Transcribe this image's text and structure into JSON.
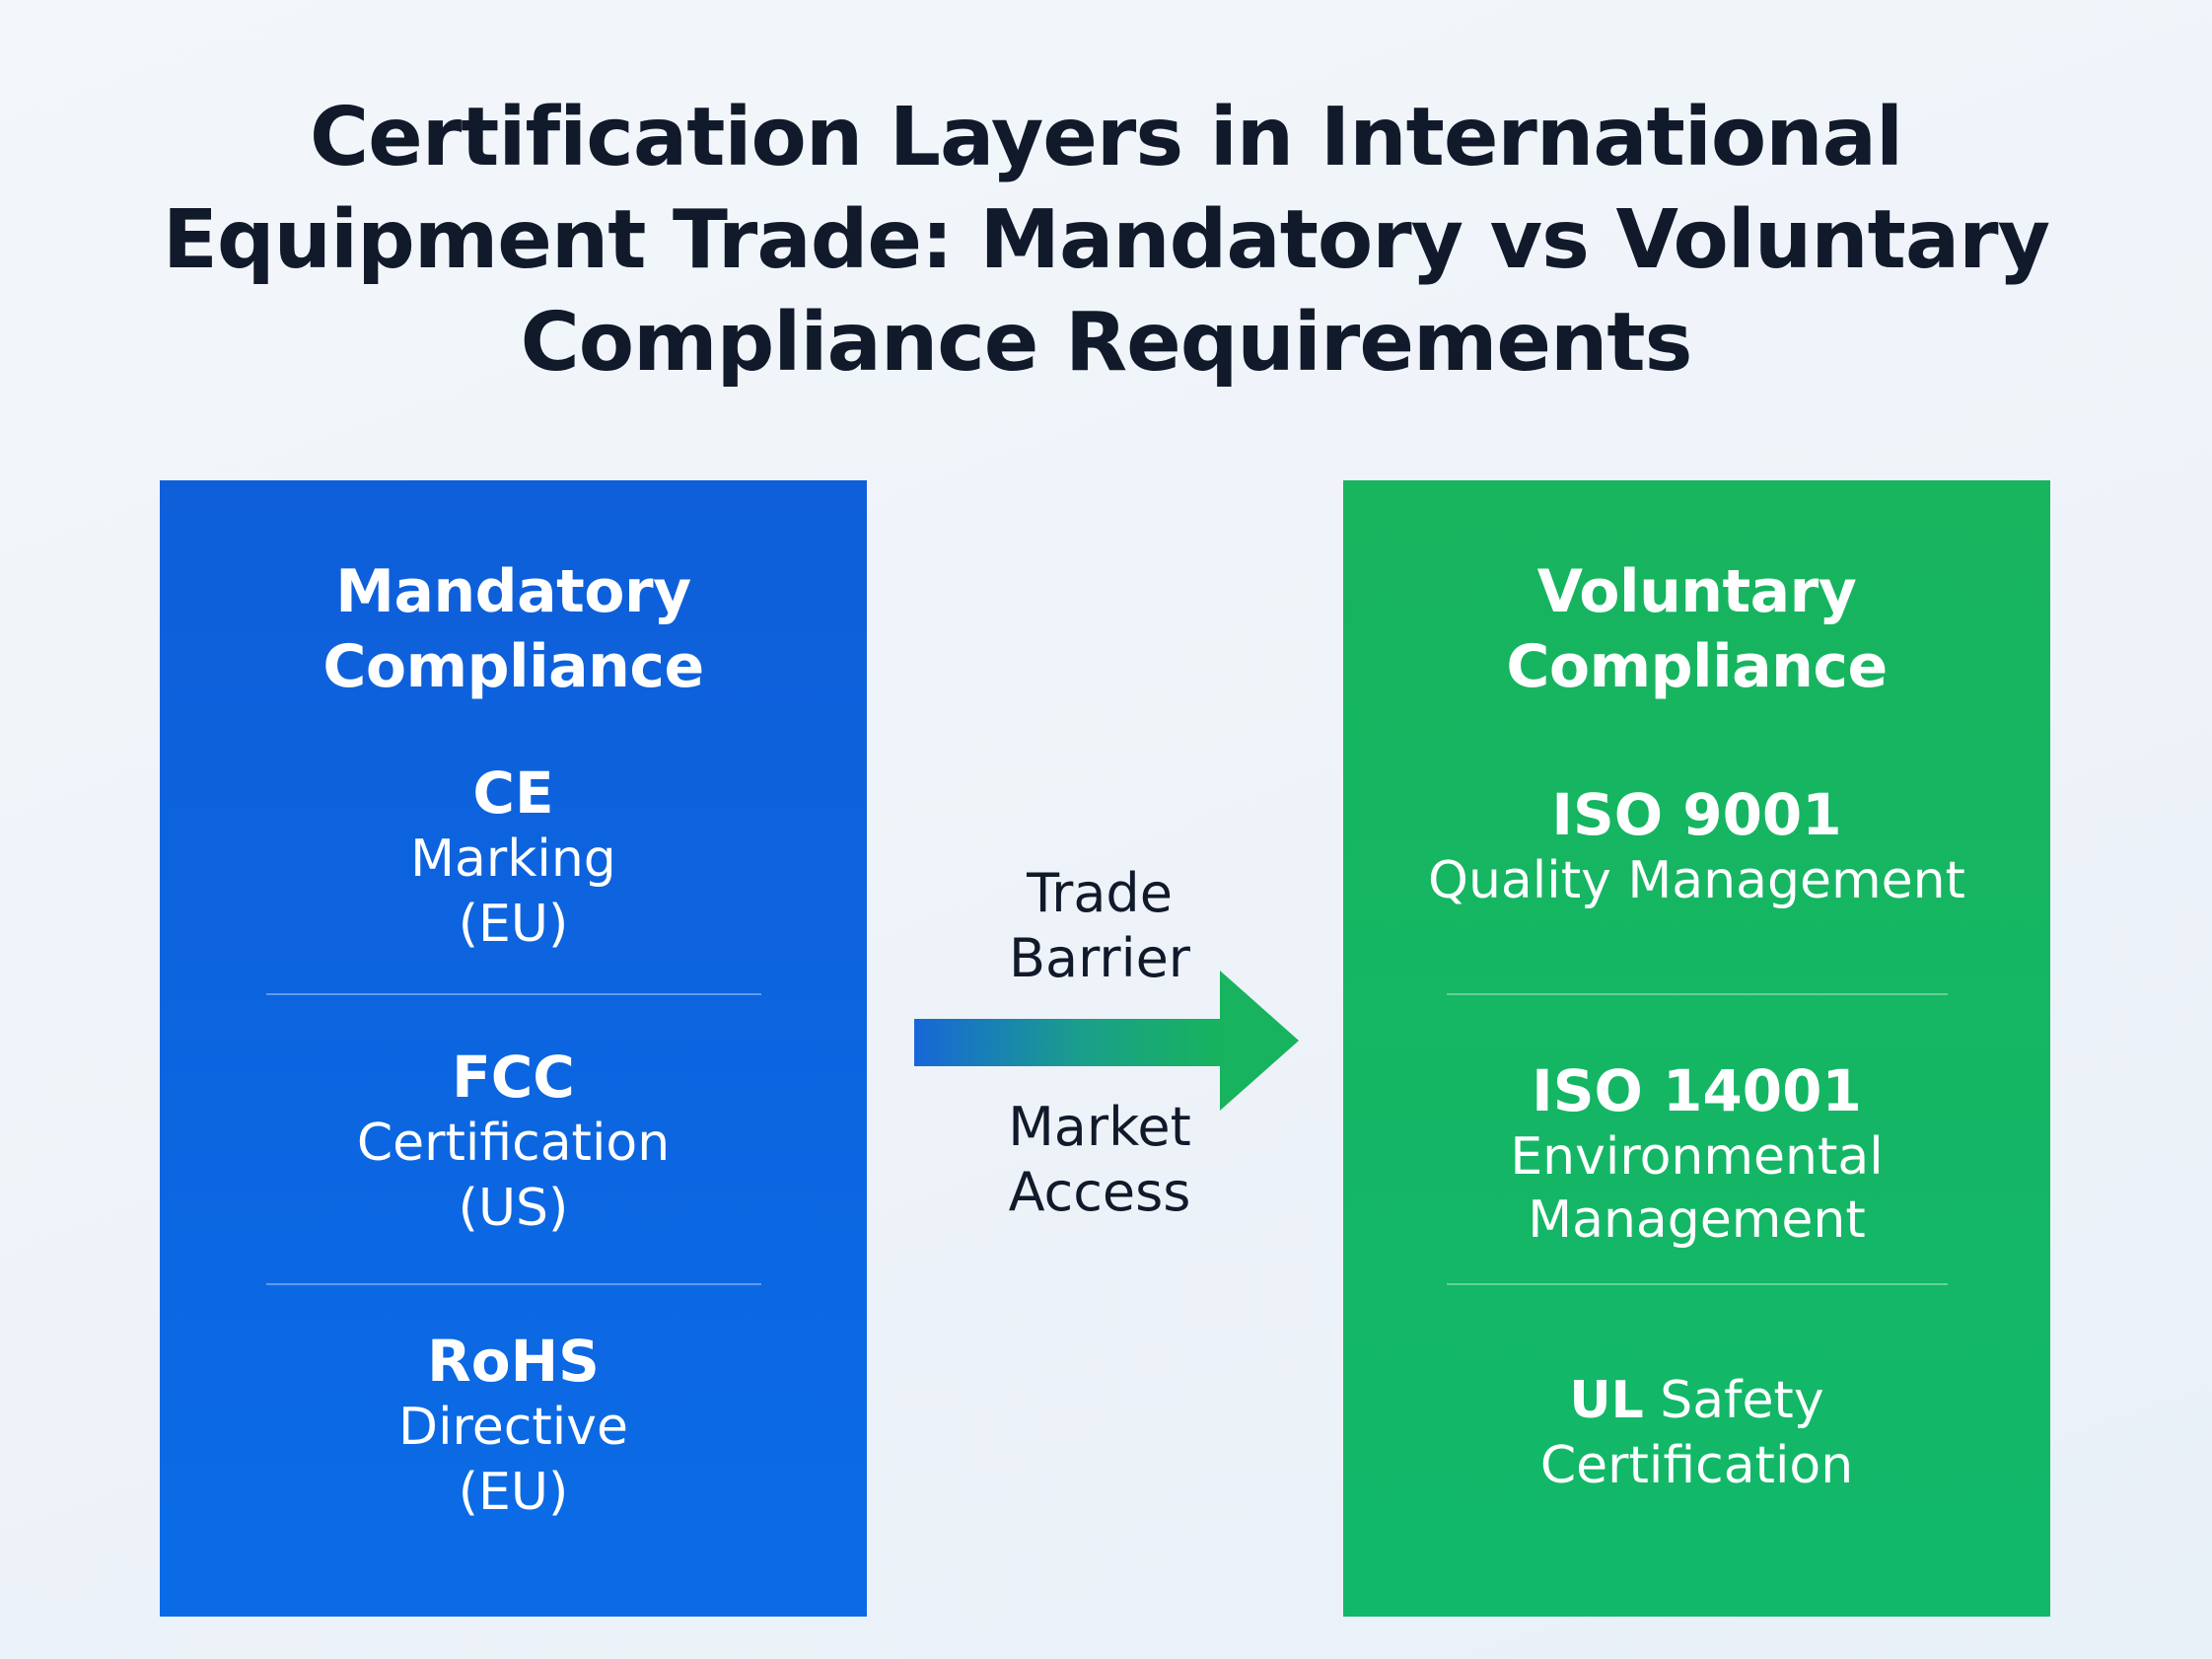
{
  "title": {
    "line1": "Certification Layers in International",
    "line2": "Equipment Trade: Mandatory vs Voluntary",
    "line3": "Compliance Requirements"
  },
  "mandatory": {
    "heading_line1": "Mandatory",
    "heading_line2": "Compliance",
    "color": "#0b64de",
    "items": [
      {
        "title": "CE",
        "sub1": "Marking",
        "sub2": "(EU)"
      },
      {
        "title": "FCC",
        "sub1": "Certification",
        "sub2": "(US)"
      },
      {
        "title": "RoHS",
        "sub1": "Directive",
        "sub2": "(EU)"
      }
    ]
  },
  "voluntary": {
    "heading_line1": "Voluntary",
    "heading_line2": "Compliance",
    "color": "#14b664",
    "items": [
      {
        "title": "ISO 9001",
        "sub1": "Quality Management"
      },
      {
        "title": "ISO 14001",
        "sub1": "Environmental",
        "sub2": "Management"
      },
      {
        "title_bold": "UL",
        "title_rest": " Safety",
        "sub1": "Certification"
      }
    ]
  },
  "arrow": {
    "label_top_line1": "Trade",
    "label_top_line2": "Barrier",
    "label_bottom_line1": "Market",
    "label_bottom_line2": "Access",
    "icon": "right-arrow-icon",
    "gradient_start": "#1767d8",
    "gradient_end": "#17b35e"
  }
}
